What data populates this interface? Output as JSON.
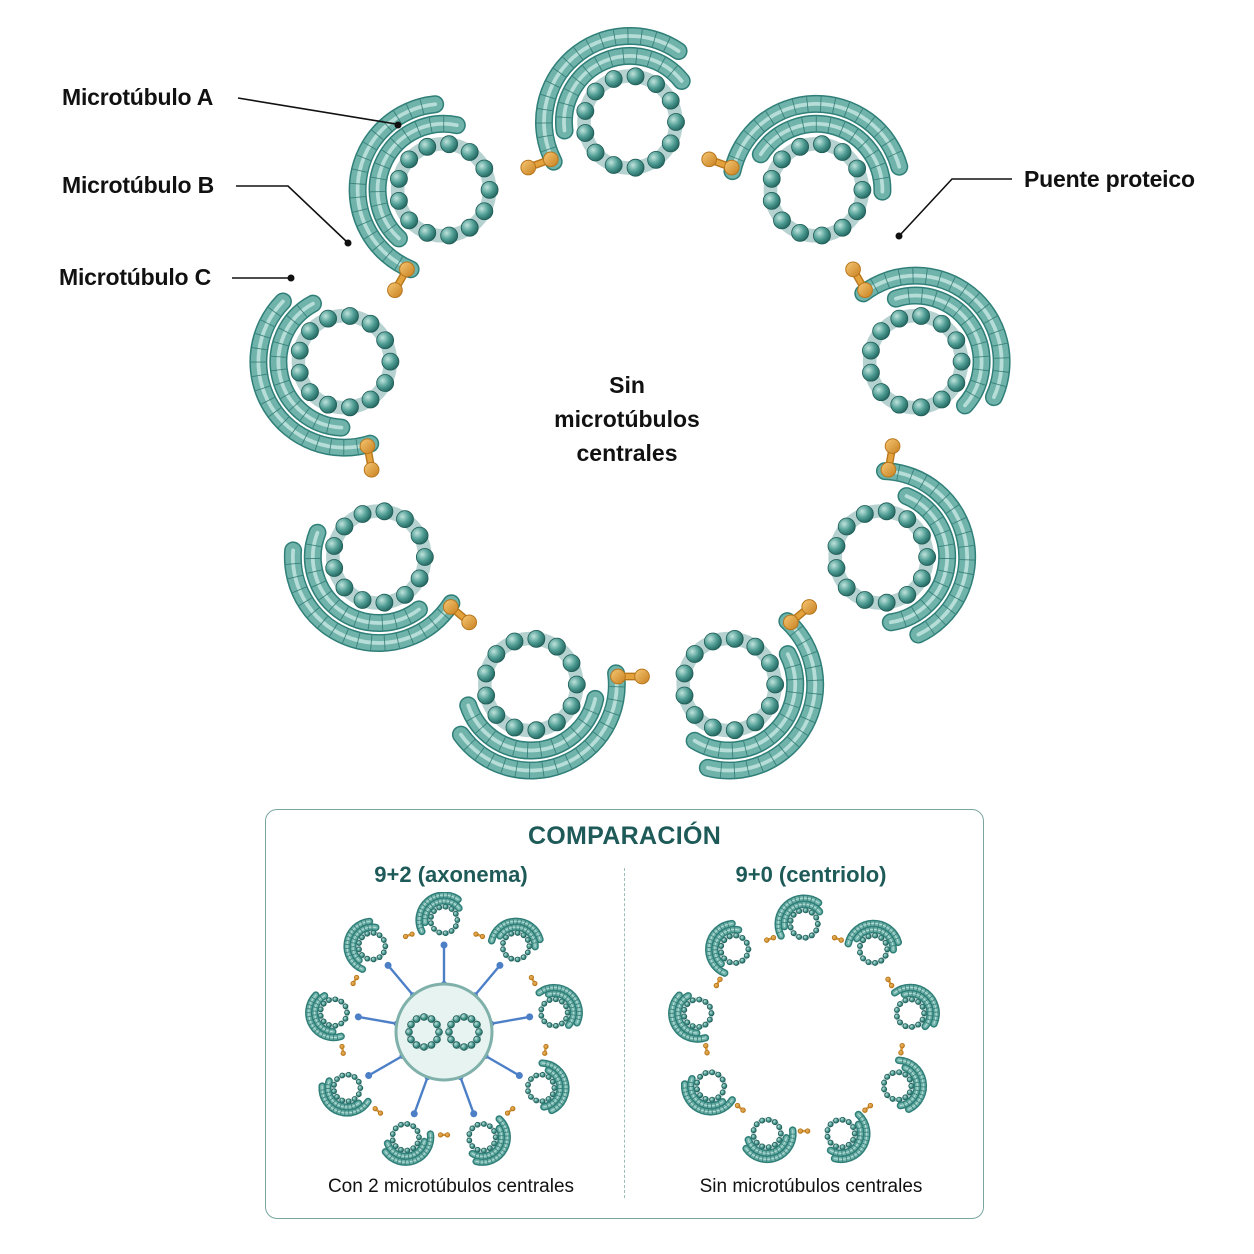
{
  "labels": {
    "microtubule_a": "Microtúbulo A",
    "microtubule_b": "Microtúbulo B",
    "microtubule_c": "Microtúbulo C",
    "protein_bridge": "Puente proteico"
  },
  "center_text": [
    "Sin",
    "microtúbulos",
    "centrales"
  ],
  "comparison": {
    "title": "COMPARACIÓN",
    "left": {
      "title": "9+2 (axonema)",
      "caption": "Con 2 microtúbulos centrales"
    },
    "right": {
      "title": "9+0 (centriolo)",
      "caption": "Sin microtúbulos centrales"
    }
  },
  "colors": {
    "tubule_fill": "#6fb3ab",
    "tubule_dark": "#2f7f78",
    "bead": "#3f9088",
    "bridge": "#e3a23c",
    "bridge_dark": "#b8761c",
    "spoke": "#4d7fc7",
    "accent_text": "#1d5a58",
    "panel_border": "#7aa6a2"
  }
}
